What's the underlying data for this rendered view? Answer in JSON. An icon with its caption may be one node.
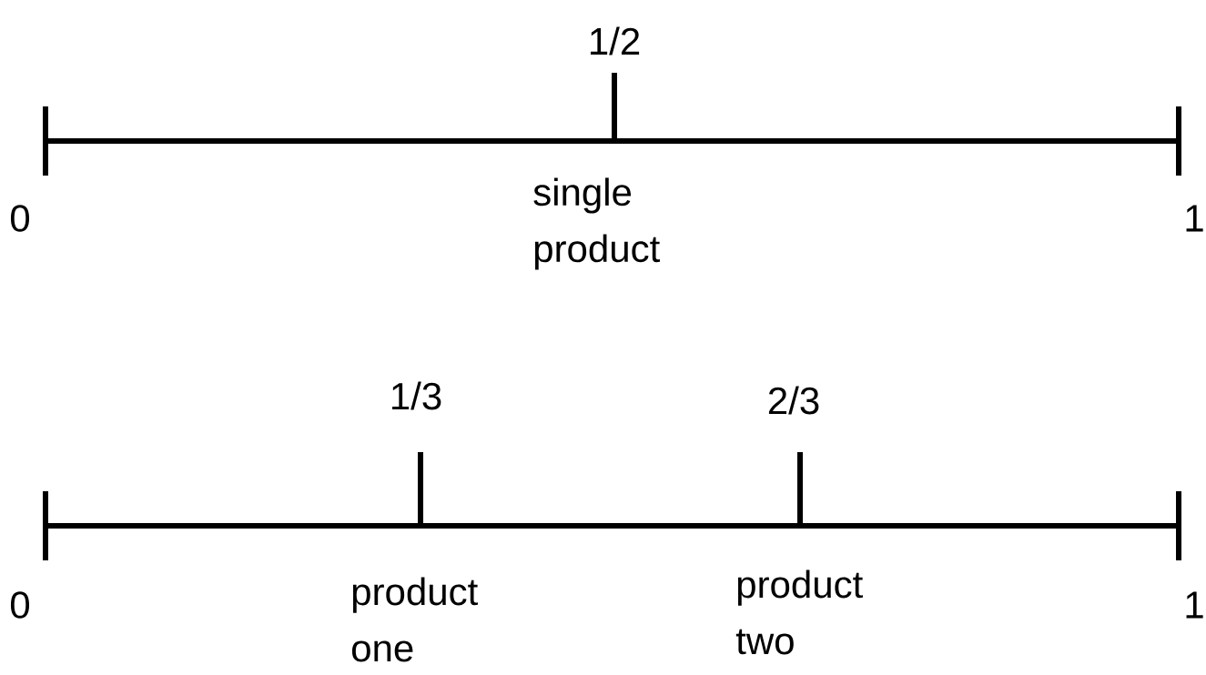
{
  "diagram": {
    "labels": [
      "1/2",
      "0",
      "single product",
      "1",
      "1/3",
      "2/3",
      "0",
      "product one",
      "product two",
      "1"
    ]
  }
}
